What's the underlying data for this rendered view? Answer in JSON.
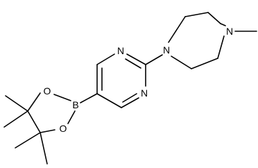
{
  "atoms": {
    "n_methyl_ring": "N",
    "n_aryl_ring": "N",
    "n_pyrimidine_top": "N",
    "n_pyrimidine_bottom": "N",
    "boron": "B",
    "oxygen_top": "O",
    "oxygen_bottom": "O"
  },
  "colors": {
    "bond": "#000000",
    "label": "#000000",
    "background": "#ffffff"
  }
}
